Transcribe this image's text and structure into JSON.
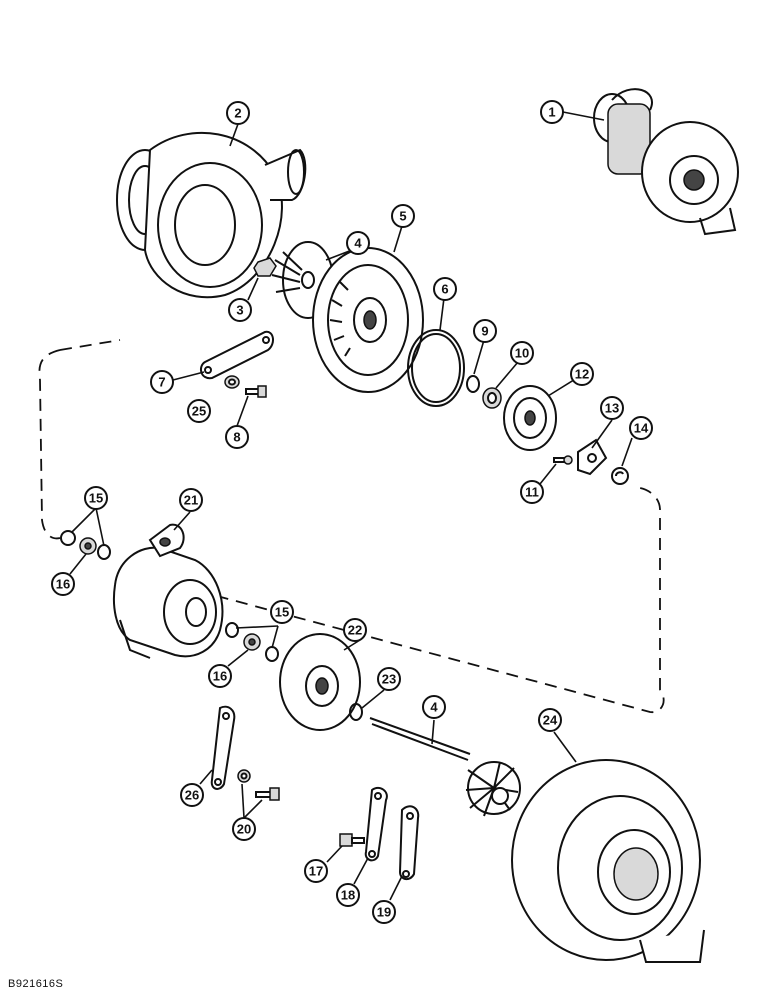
{
  "callouts": {
    "c1": "1",
    "c2": "2",
    "c3": "3",
    "c4a": "4",
    "c4b": "4",
    "c5": "5",
    "c6": "6",
    "c7": "7",
    "c8": "8",
    "c9": "9",
    "c10": "10",
    "c11": "11",
    "c12": "12",
    "c13": "13",
    "c14": "14",
    "c15a": "15",
    "c15b": "15",
    "c16a": "16",
    "c16b": "16",
    "c17": "17",
    "c18": "18",
    "c19": "19",
    "c20": "20",
    "c21": "21",
    "c22": "22",
    "c23": "23",
    "c24": "24",
    "c25": "25",
    "c26": "26"
  },
  "figure_id": "B921616S"
}
